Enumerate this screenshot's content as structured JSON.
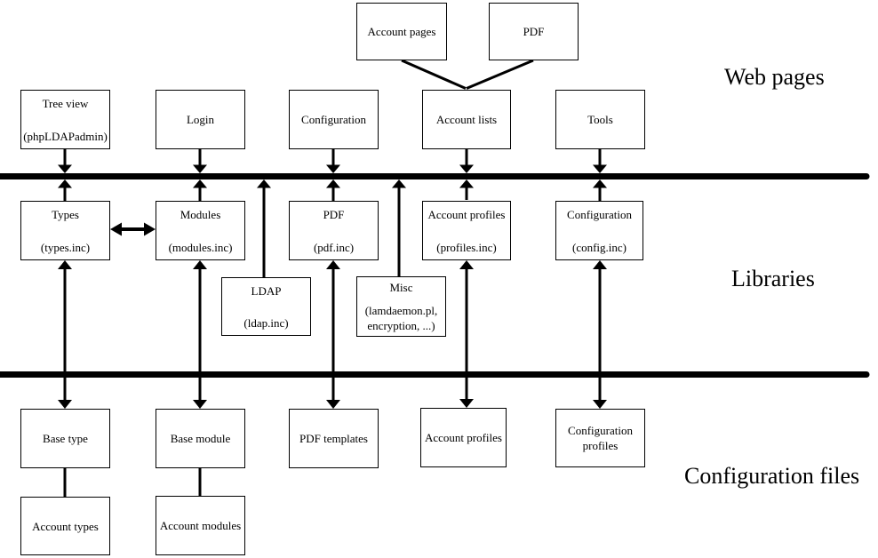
{
  "section_labels": {
    "web_pages": "Web pages",
    "libraries": "Libraries",
    "configuration_files": "Configuration files"
  },
  "boxes": {
    "account_pages": {
      "line1": "Account pages"
    },
    "pdf_page": {
      "line1": "PDF"
    },
    "tree_view": {
      "line1": "Tree view",
      "line2": "(phpLDAPadmin)"
    },
    "login": {
      "line1": "Login"
    },
    "configuration_page": {
      "line1": "Configuration"
    },
    "account_lists": {
      "line1": "Account lists"
    },
    "tools": {
      "line1": "Tools"
    },
    "types": {
      "line1": "Types",
      "line2": "(types.inc)"
    },
    "modules": {
      "line1": "Modules",
      "line2": "(modules.inc)"
    },
    "pdf_lib": {
      "line1": "PDF",
      "line2": "(pdf.inc)"
    },
    "account_profiles_lib": {
      "line1": "Account profiles",
      "line2": "(profiles.inc)"
    },
    "configuration_lib": {
      "line1": "Configuration",
      "line2": "(config.inc)"
    },
    "ldap": {
      "line1": "LDAP",
      "line2": "(ldap.inc)"
    },
    "misc": {
      "line1": "Misc",
      "line2": "(lamdaemon.pl,",
      "line3": "encryption, ...)"
    },
    "base_type": {
      "line1": "Base type"
    },
    "base_module": {
      "line1": "Base module"
    },
    "pdf_templates": {
      "line1": "PDF templates"
    },
    "account_profiles_cfg": {
      "line1": "Account profiles"
    },
    "configuration_profiles": {
      "line1": "Configuration",
      "line2": "profiles"
    },
    "account_types": {
      "line1": "Account types"
    },
    "account_modules": {
      "line1": "Account modules"
    }
  },
  "colors": {
    "line": "#000000",
    "background": "#ffffff",
    "text": "#000000"
  }
}
